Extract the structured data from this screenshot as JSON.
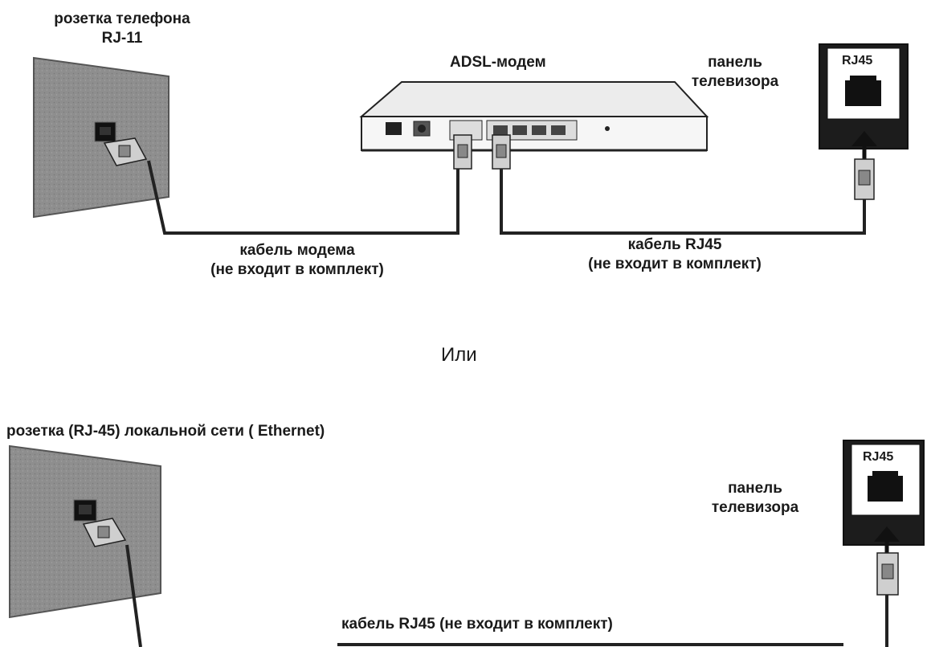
{
  "section1": {
    "jack_label_line1": "розетка телефона",
    "jack_label_line2": "RJ-11",
    "modem_label": "ADSL-модем",
    "tv_panel_line1": "панель",
    "tv_panel_line2": "телевизора",
    "tv_port_label": "RJ45",
    "cable1_line1": "кабель модема",
    "cable1_line2": "(не входит в комплект)",
    "cable2_line1": "кабель RJ45",
    "cable2_line2": "(не входит в комплект)"
  },
  "or_label": "Или",
  "section2": {
    "jack_label": "розетка (RJ-45) локальной сети ( Ethernet)",
    "tv_panel_line1": "панель",
    "tv_panel_line2": "телевизора",
    "tv_port_label": "RJ45",
    "cable_label": "кабель RJ45 (не входит в комплект)"
  }
}
